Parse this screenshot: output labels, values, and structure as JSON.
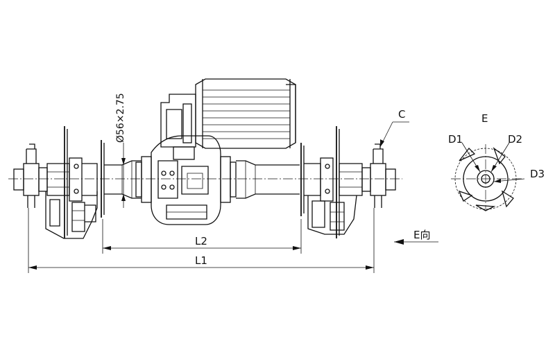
{
  "labels": {
    "shaft_dia": "Ø56×2.75",
    "L1": "L1",
    "L2": "L2",
    "C": "C",
    "E_dir": "E向",
    "E": "E",
    "D1": "D1",
    "D2": "D2",
    "D3": "D3"
  }
}
